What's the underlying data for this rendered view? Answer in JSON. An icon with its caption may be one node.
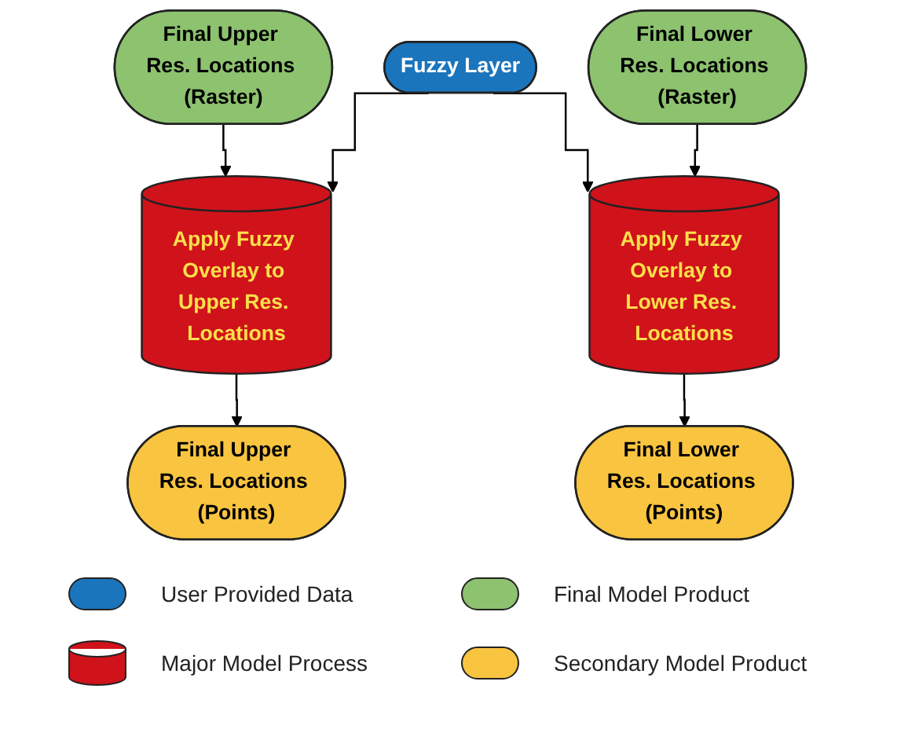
{
  "diagram": {
    "nodes": [
      {
        "text": [
          "Final Upper Res. Locations (Raster)"
        ]
      },
      {
        "text": [
          "Fuzzy Layer"
        ]
      },
      {
        "text": [
          "Final Lower Res. Locations (Raster)"
        ]
      },
      {
        "text": [
          "Apply Fuzzy Overlay to Upper Res. Locations"
        ]
      },
      {
        "text": [
          "Apply Fuzzy Overlay to Lower Res. Locations"
        ]
      },
      {
        "text": [
          "Final Upper Res. Locations (Points)"
        ]
      },
      {
        "text": [
          "Final Lower Res. Locations (Points)"
        ]
      }
    ],
    "edges": [
      {
        "from": 0,
        "to": 3,
        "arrow": "to"
      },
      {
        "from": 1,
        "to": 3,
        "arrow": "to"
      },
      {
        "from": 1,
        "to": 4,
        "arrow": "to"
      },
      {
        "from": 2,
        "to": 4,
        "arrow": "to"
      },
      {
        "from": 3,
        "to": 5,
        "arrow": "to"
      },
      {
        "from": 4,
        "to": 6,
        "arrow": "to"
      }
    ],
    "legend": [
      {
        "text": "User Provided Data",
        "color": "#1b75bc"
      },
      {
        "text": "Final Model Product",
        "color": "#8dc26f"
      },
      {
        "text": "Major Model Process",
        "color": "#d0121b"
      },
      {
        "text": "Secondary Model Product",
        "color": "#f9c440"
      }
    ]
  }
}
